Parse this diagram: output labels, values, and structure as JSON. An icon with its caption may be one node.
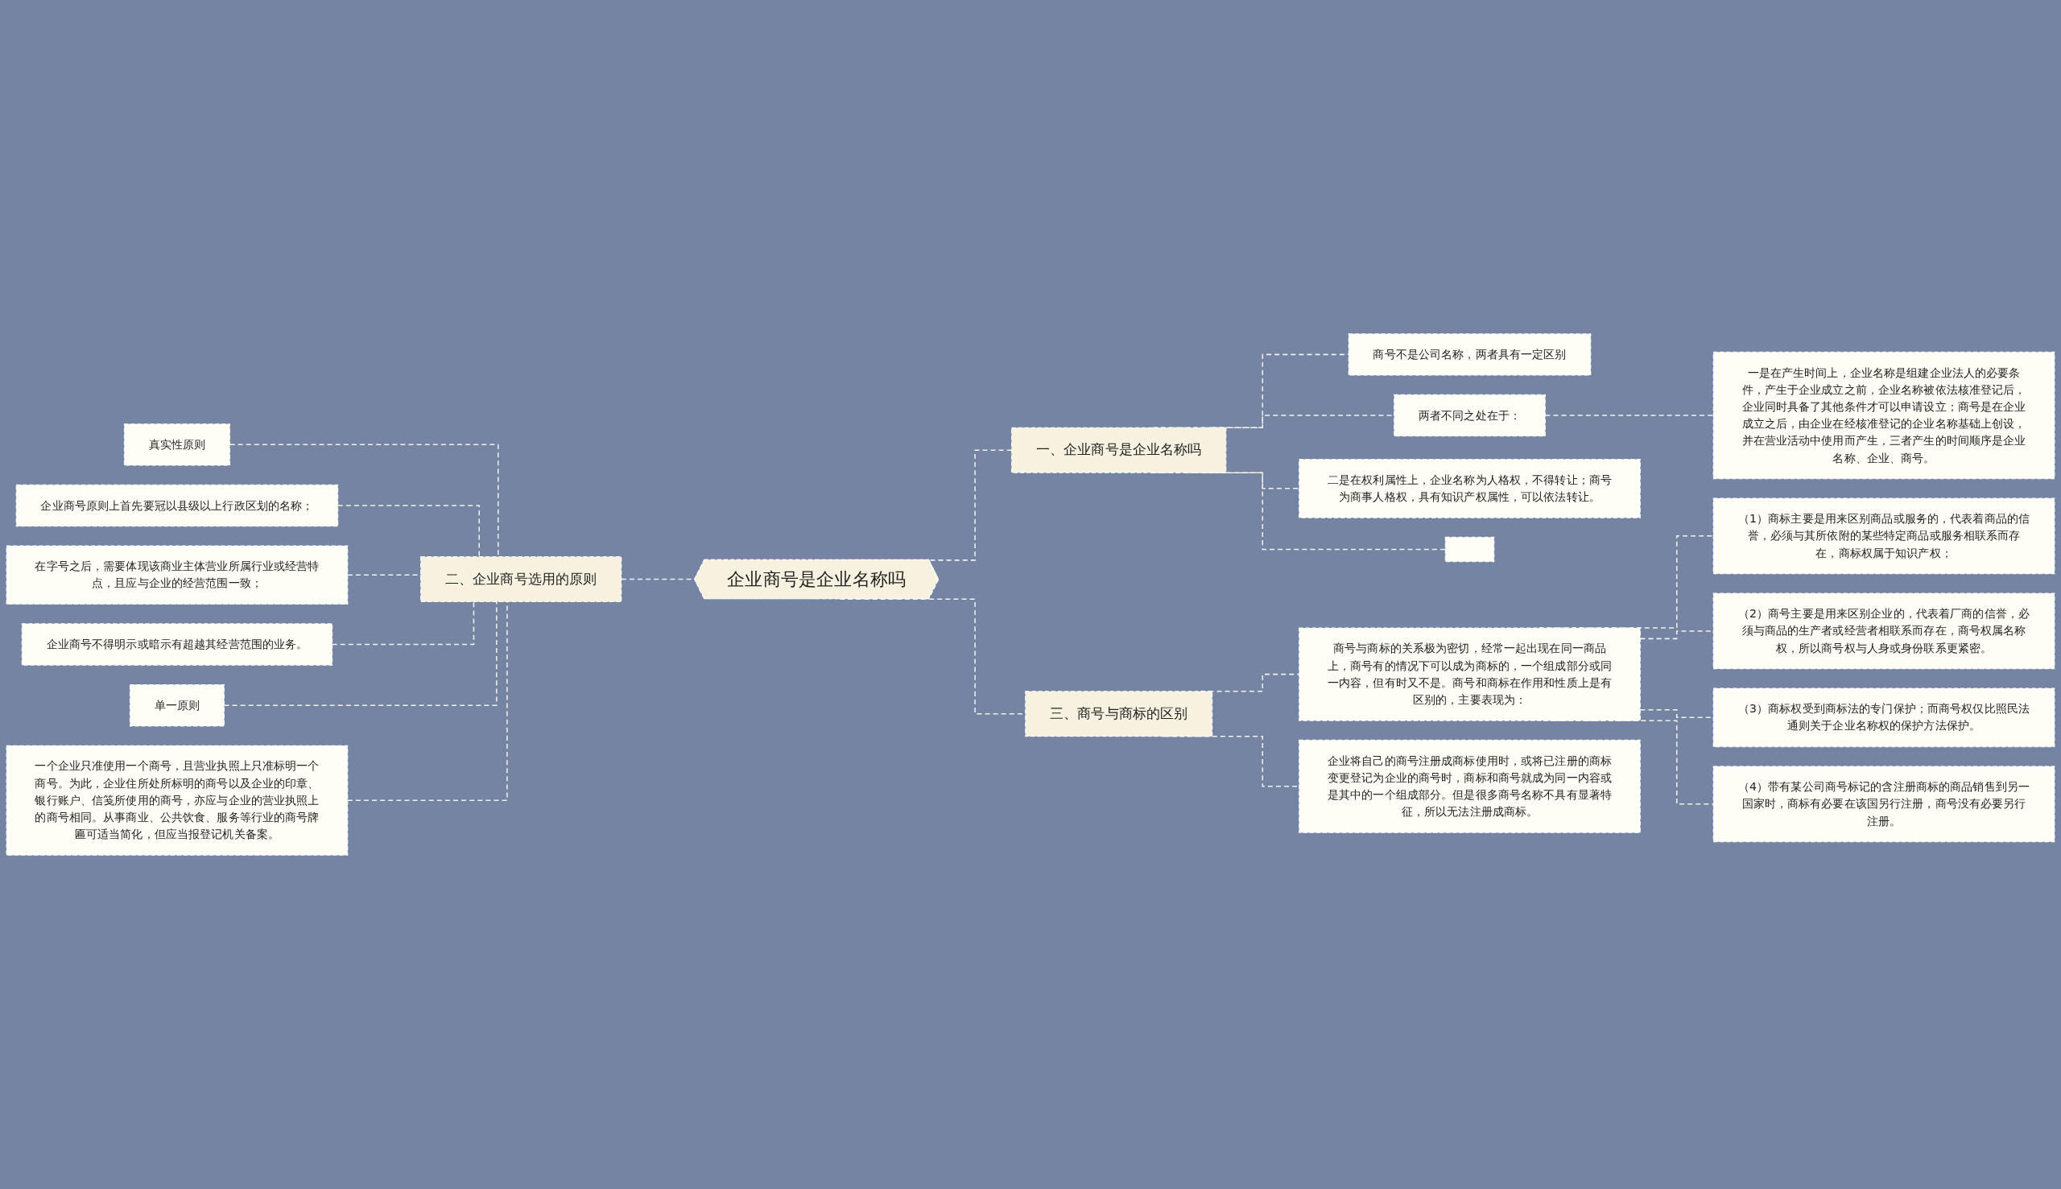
{
  "diagram": {
    "nodes": [
      {
        "text": [
          "企业商号是企业名称吗"
        ]
      },
      {
        "text": [
          "一、企业商号是企业名称吗"
        ]
      },
      {
        "text": [
          "商号不是公司名称，两者具有一定区别"
        ]
      },
      {
        "text": [
          "两者不同之处在于："
        ]
      },
      {
        "text": [
          "一是在产生时间上，企业名称是组建企业法人的必要条件，产生于企业成立之前，企业名称被依法核准登记后，企业同时具备了其他条件才可以申请设立；商号是在企业成立之后，由企业在经核准登记的企业名称基础上创设，并在营业活动中使用而产生，三者产生的时间顺序是企业名称、企业、商号。"
        ]
      },
      {
        "text": [
          "二是在权利属性上，企业名称为人格权，不得转让；商号为商事人格权，具有知识产权属性，可以依法转让。"
        ]
      },
      {
        "text": [],
        "shape": "box"
      },
      {
        "text": [
          "二、企业商号选用的原则"
        ]
      },
      {
        "text": [
          "真实性原则"
        ]
      },
      {
        "text": [
          "企业商号原则上首先要冠以县级以上行政区划的名称；"
        ]
      },
      {
        "text": [
          "在字号之后，需要体现该商业主体营业所属行业或经营特点，且应与企业的经营范围一致；"
        ]
      },
      {
        "text": [
          "企业商号不得明示或暗示有超越其经营范围的业务。"
        ]
      },
      {
        "text": [
          "单一原则"
        ]
      },
      {
        "text": [
          "一个企业只准使用一个商号，且营业执照上只准标明一个商号。为此，企业住所处所标明的商号以及企业的印章、银行账户、信笺所使用的商号，亦应与企业的营业执照上的商号相同。从事商业、公共饮食、服务等行业的商号牌匾可适当简化，但应当报登记机关备案。"
        ]
      },
      {
        "text": [
          "三、商号与商标的区别"
        ]
      },
      {
        "text": [
          "商号与商标的关系极为密切，经常一起出现在同一商品上，商号有的情况下可以成为商标的，一个组成部分或同一内容，但有时又不是。商号和商标在作用和性质上是有区别的，主要表现为："
        ]
      },
      {
        "text": [
          "（1）商标主要是用来区别商品或服务的，代表着商品的信誉，必须与其所依附的某些特定商品或服务相联系而存在，商标权属于知识产权；"
        ]
      },
      {
        "text": [
          "（2）商号主要是用来区别企业的，代表着厂商的信誉，必须与商品的生产者或经营者相联系而存在，商号权属名称权，所以商号权与人身或身份联系更紧密。"
        ]
      },
      {
        "text": [
          "（3）商标权受到商标法的专门保护；而商号权仅比照民法通则关于企业名称权的保护方法保护。"
        ]
      },
      {
        "text": [
          "（4）带有某公司商号标记的含注册商标的商品销售到另一国家时，商标有必要在该国另行注册，商号没有必要另行注册。"
        ]
      },
      {
        "text": [
          "企业将自己的商号注册成商标使用时，或将已注册的商标变更登记为企业的商号时，商标和商号就成为同一内容或是其中的一个组成部分。但是很多商号名称不具有显著特征，所以无法注册成商标。"
        ]
      }
    ],
    "edges": [
      {
        "from": 0,
        "to": 1,
        "arrow": "none",
        "style": "dashed"
      },
      {
        "from": 1,
        "to": 2,
        "arrow": "none",
        "style": "dashed"
      },
      {
        "from": 1,
        "to": 3,
        "arrow": "none",
        "style": "dashed"
      },
      {
        "from": 3,
        "to": 4,
        "arrow": "none",
        "style": "dashed"
      },
      {
        "from": 1,
        "to": 5,
        "arrow": "none",
        "style": "dashed"
      },
      {
        "from": 1,
        "to": 6,
        "arrow": "none",
        "style": "dashed"
      },
      {
        "from": 7,
        "to": 0,
        "arrow": "none",
        "style": "dashed"
      },
      {
        "from": 8,
        "to": 7,
        "arrow": "none",
        "style": "dashed"
      },
      {
        "from": 9,
        "to": 7,
        "arrow": "none",
        "style": "dashed"
      },
      {
        "from": 10,
        "to": 7,
        "arrow": "none",
        "style": "dashed"
      },
      {
        "from": 11,
        "to": 7,
        "arrow": "none",
        "style": "dashed"
      },
      {
        "from": 12,
        "to": 7,
        "arrow": "none",
        "style": "dashed"
      },
      {
        "from": 13,
        "to": 7,
        "arrow": "none",
        "style": "dashed"
      },
      {
        "from": 0,
        "to": 14,
        "arrow": "none",
        "style": "dashed"
      },
      {
        "from": 14,
        "to": 15,
        "arrow": "none",
        "style": "dashed"
      },
      {
        "from": 15,
        "to": 16,
        "arrow": "none",
        "style": "dashed"
      },
      {
        "from": 15,
        "to": 17,
        "arrow": "none",
        "style": "dashed"
      },
      {
        "from": 15,
        "to": 18,
        "arrow": "none",
        "style": "dashed"
      },
      {
        "from": 15,
        "to": 19,
        "arrow": "none",
        "style": "dashed"
      },
      {
        "from": 14,
        "to": 20,
        "arrow": "none",
        "style": "dashed"
      }
    ]
  }
}
